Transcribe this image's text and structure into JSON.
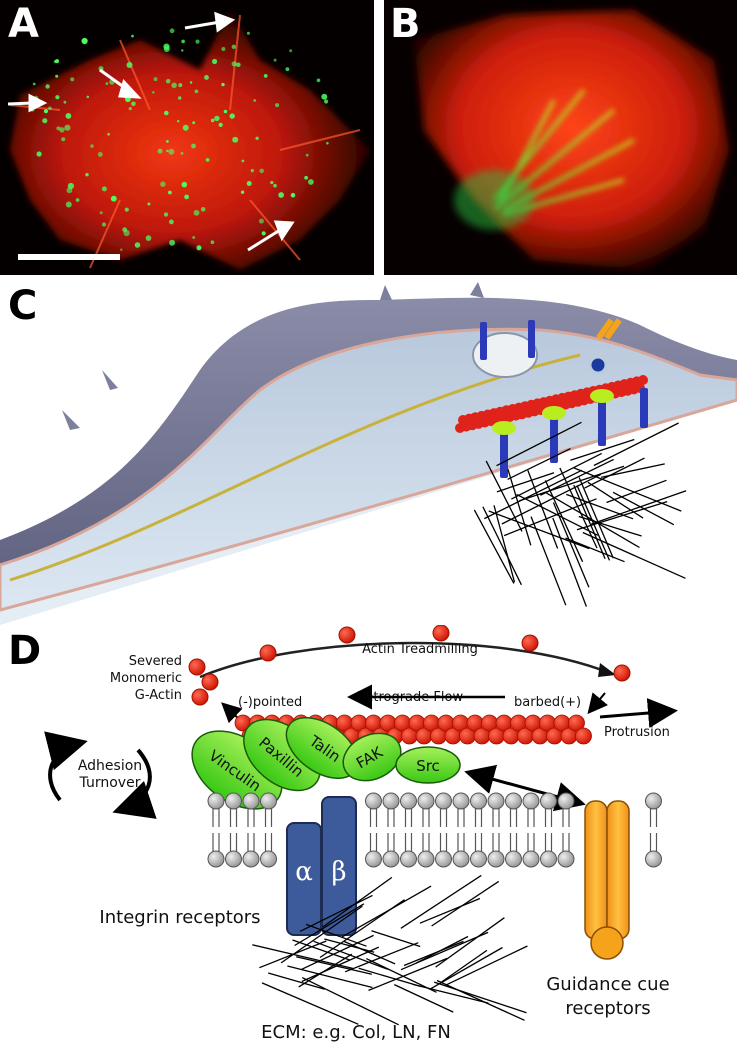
{
  "panels": {
    "a": {
      "label": "A"
    },
    "b": {
      "label": "B"
    },
    "c": {
      "label": "C"
    },
    "d": {
      "label": "D"
    }
  },
  "diagram_d": {
    "severed": [
      "Severed",
      "Monomeric",
      "G-Actin"
    ],
    "treadmilling": "Actin Treadmilling",
    "pointed": "(-)pointed",
    "retrograde": "Retrograde Flow",
    "barbed": "barbed(+)",
    "protrusion": "Protrusion",
    "adhesion": [
      "Adhesion",
      "Turnover"
    ],
    "proteins": [
      "Vinculin",
      "Paxillin",
      "Talin",
      "FAK",
      "Src"
    ],
    "alpha": "α",
    "beta": "β",
    "integrin": "Integrin receptors",
    "guidance": [
      "Guidance cue",
      "receptors"
    ],
    "ecm": "ECM: e.g. Col, LN, FN"
  },
  "colors": {
    "actin": "#e82a18",
    "adhesion_protein": "#5ee01a",
    "integrin": "#3d5a9a",
    "guidance_receptor": "#f5a31a",
    "membrane_head": "#c8c8c8"
  }
}
